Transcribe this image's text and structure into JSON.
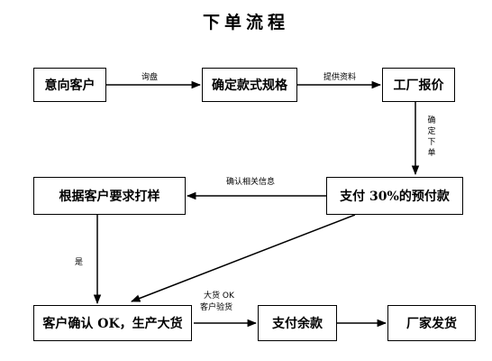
{
  "title": "下单流程",
  "nodes": {
    "prospect": "意向客户",
    "confirm_spec": "确定款式规格",
    "factory_quote": "工厂报价",
    "pay_deposit": "支付 30%的预付款",
    "make_sample": "根据客户要求打样",
    "customer_ok": "客户确认 OK，生产大货",
    "pay_balance": "支付余款",
    "ship": "厂家发货"
  },
  "edges": {
    "inquiry": "询盘",
    "provide_info": "提供资料",
    "confirm_order": "确定下单",
    "confirm_info": "确认相关信息",
    "yes": "是",
    "bulk_ok": "大货 OK",
    "customer_inspect": "客户验货"
  }
}
